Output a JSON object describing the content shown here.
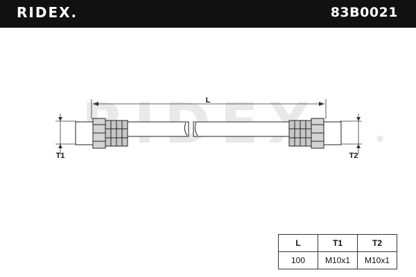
{
  "header": {
    "logo": "RIDEX.",
    "part_number": "83B0021",
    "background_color": "#111111",
    "text_color": "#ffffff"
  },
  "drawing": {
    "dimension_label": "L",
    "left_thread_label": "T1",
    "right_thread_label": "T2",
    "watermark_text": "RIDEX",
    "watermark_mark": "®"
  },
  "spec_table": {
    "headers": [
      "L",
      "T1",
      "T2"
    ],
    "values": [
      "100",
      "M10x1",
      "M10x1"
    ]
  }
}
